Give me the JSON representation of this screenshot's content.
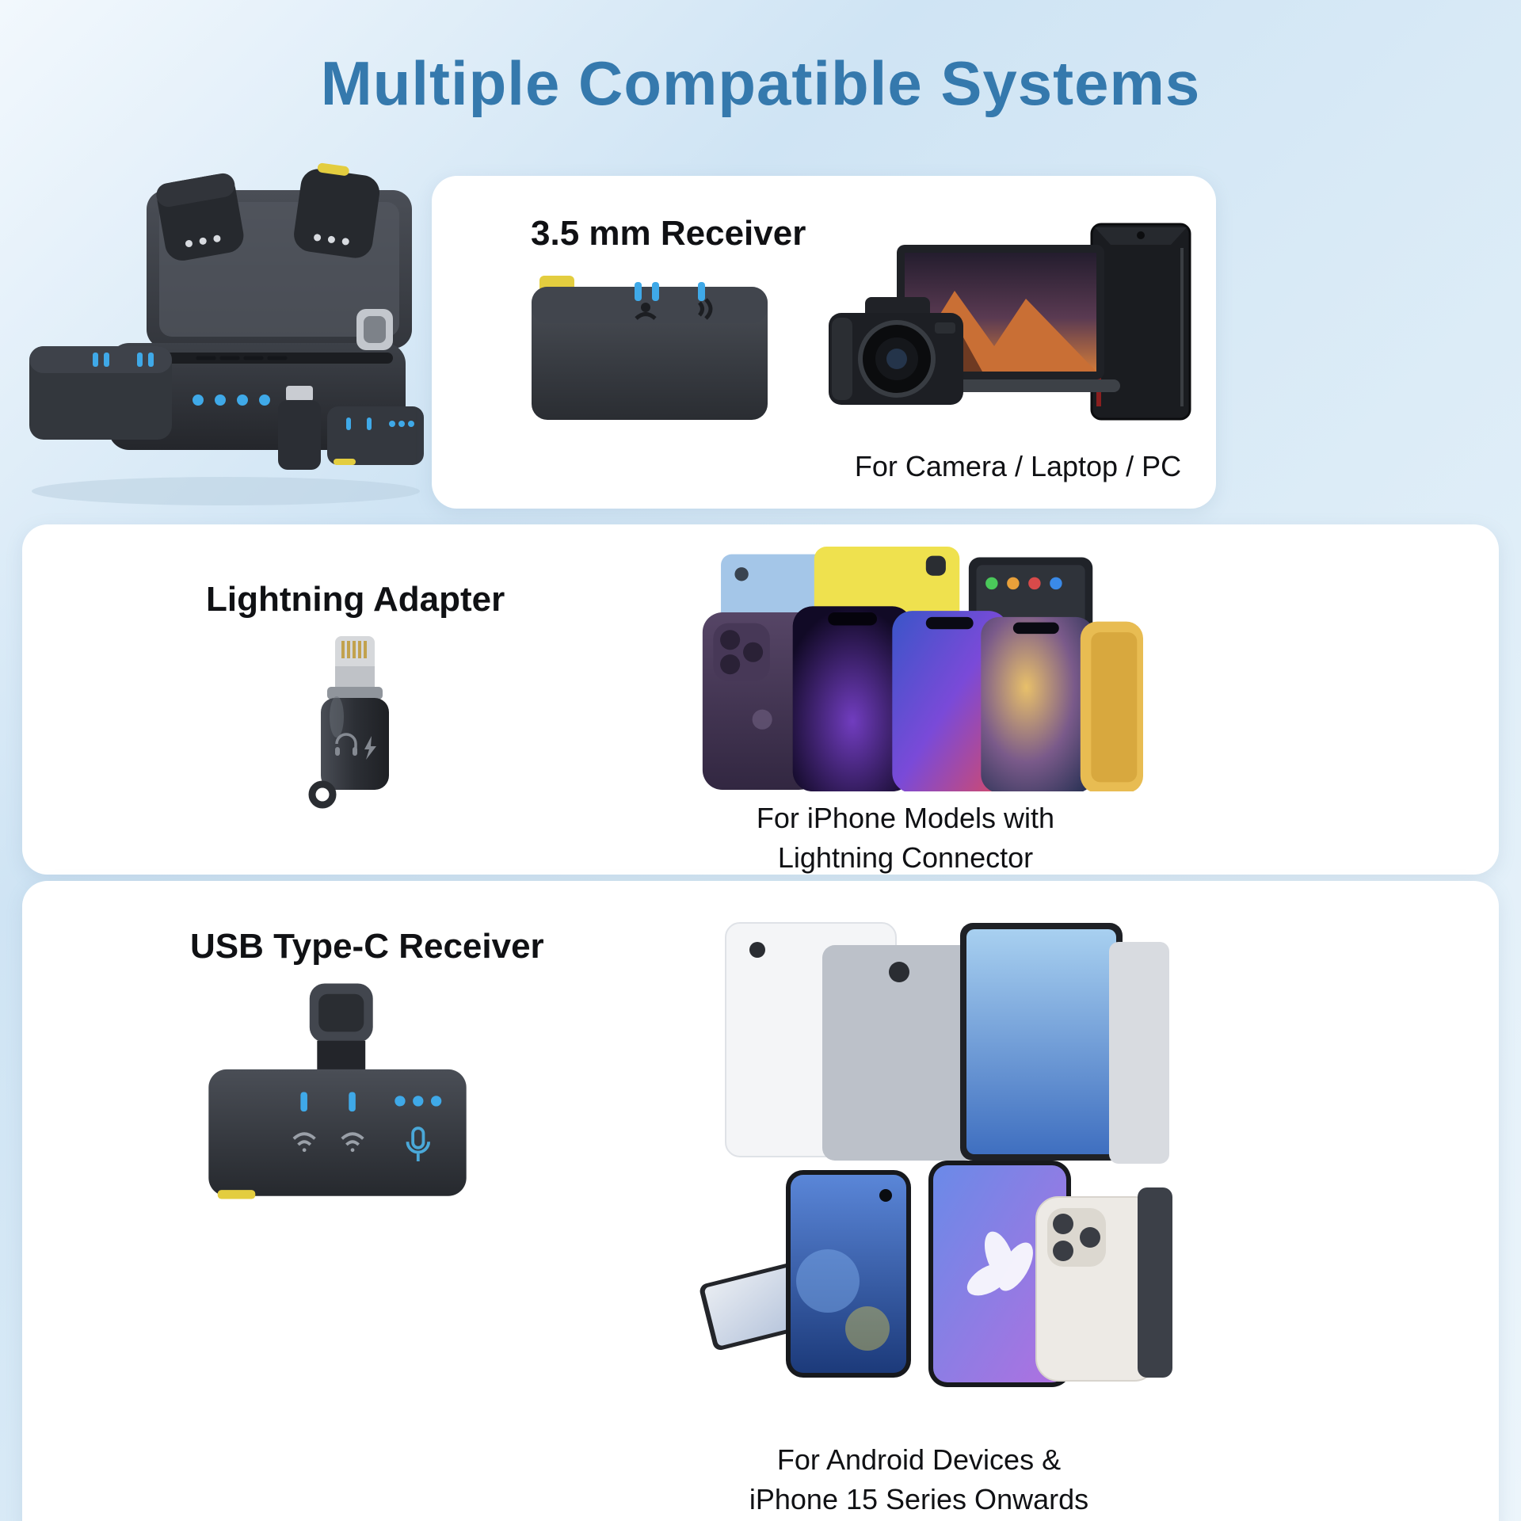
{
  "page": {
    "title": "Multiple Compatible Systems"
  },
  "sections": [
    {
      "id": "receiver-3-5mm",
      "heading": "3.5 mm Receiver",
      "caption": "For Camera / Laptop / PC"
    },
    {
      "id": "lightning-adapter",
      "heading": "Lightning Adapter",
      "caption": "For iPhone Models with Lightning Connector"
    },
    {
      "id": "usb-type-c-receiver",
      "heading": "USB Type-C Receiver",
      "caption": "For Android Devices & iPhone 15 Series Onwards"
    }
  ],
  "colors": {
    "title_blue": "#3579ad",
    "accent_yellow": "#e3cd3f",
    "led_blue": "#3fa9e8",
    "card_background": "#ffffff",
    "page_background": "#d9eaf7"
  },
  "icons": [
    "wifi-icon",
    "mic-icon",
    "headphone-icon",
    "charging-bolt-icon",
    "lightning-connector-icon",
    "usbc-plug-icon",
    "yellow-clip"
  ]
}
